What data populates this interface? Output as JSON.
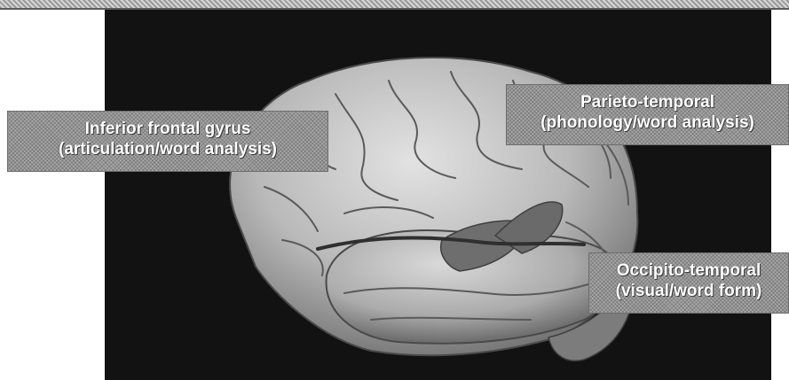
{
  "labels": {
    "inferior_frontal": {
      "line1": "Inferior frontal gyrus",
      "line2": "(articulation/word analysis)"
    },
    "parieto_temporal": {
      "line1": "Parieto-temporal",
      "line2": "(phonology/word analysis)"
    },
    "occipito_temporal": {
      "line1": "Occipito-temporal",
      "line2": "(visual/word form)"
    }
  },
  "colors": {
    "background": "#121212",
    "label_fill": "#a5a5a5",
    "label_text": "#ffffff",
    "brain": "#bdbdbd",
    "highlight_region": "#6e6e6e"
  }
}
